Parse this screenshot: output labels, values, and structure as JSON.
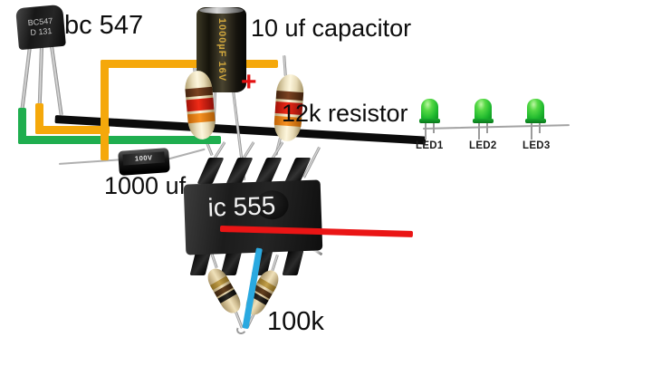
{
  "diagram": {
    "type": "555-timer-led-flasher-circuit",
    "labels": {
      "transistor": "bc 547",
      "top_capacitor": "10 uf capacitor",
      "resistor_top": "12k resistor",
      "axial_capacitor": "1000 uf",
      "ic": "ic 555",
      "resistor_bottom": "100k",
      "polarity_plus": "+"
    },
    "markings": {
      "transistor_line1": "BC547",
      "transistor_line2": "D 131",
      "top_capacitor_print": "1000µF 16V",
      "axial_capacitor_print": "100V"
    },
    "leds": [
      {
        "label": "LED1"
      },
      {
        "label": "LED2"
      },
      {
        "label": "LED3"
      }
    ],
    "colors": {
      "wire_yellow": "#F5A80B",
      "wire_green": "#1FAE4F",
      "wire_black": "#0B0B0B",
      "wire_red": "#EA1515",
      "wire_blue": "#2AA9E0",
      "led_green": "#2EC93B",
      "background": "#FFFFFF"
    }
  }
}
